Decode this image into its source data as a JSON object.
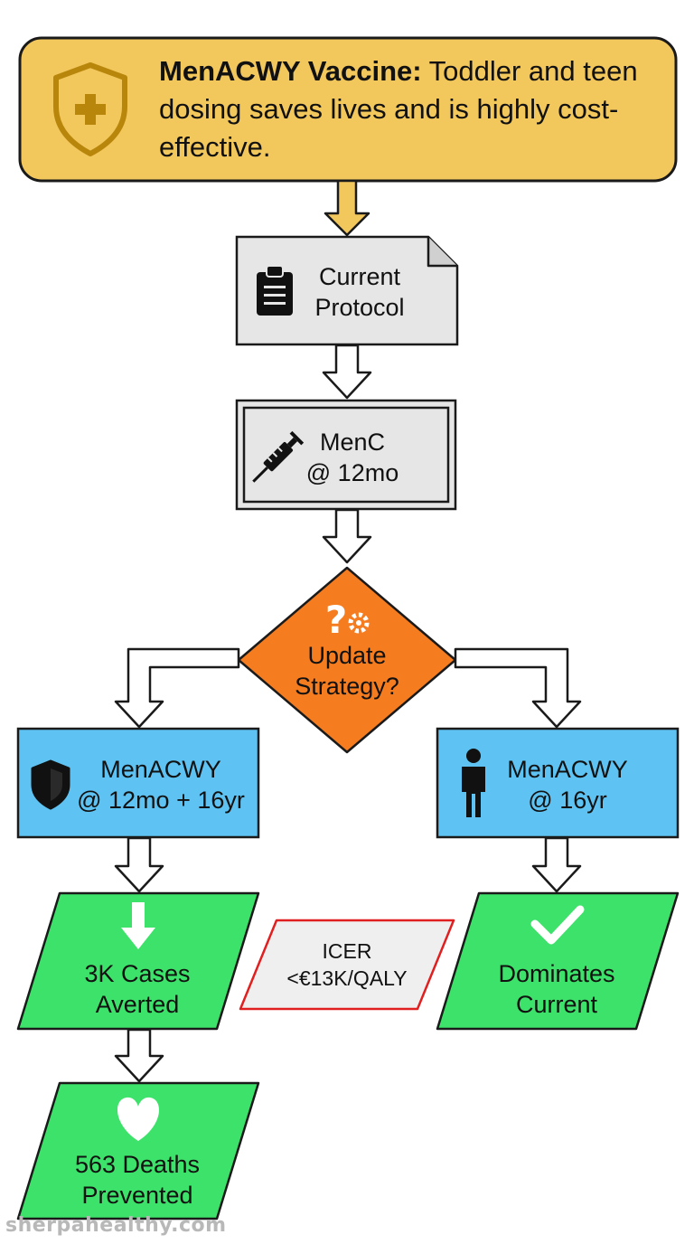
{
  "header": {
    "title_bold": "MenACWY Vaccine:",
    "title_rest": "Toddler and teen dosing saves lives and is highly cost-effective.",
    "icon": "shield-plus-icon"
  },
  "nodes": {
    "current_protocol": {
      "line1": "Current",
      "line2": "Protocol",
      "icon": "clipboard-icon"
    },
    "menc": {
      "line1": "MenC",
      "line2": "@ 12mo",
      "icon": "syringe-icon"
    },
    "decision": {
      "line1": "Update",
      "line2": "Strategy?",
      "icon": "question-gear-icon"
    },
    "option_left": {
      "line1": "MenACWY",
      "line2": "@ 12mo + 16yr",
      "icon": "shield-icon"
    },
    "option_right": {
      "line1": "MenACWY",
      "line2": "@ 16yr",
      "icon": "person-icon"
    },
    "cases": {
      "line1": "3K Cases",
      "line2": "Averted",
      "icon": "down-arrow-icon"
    },
    "deaths": {
      "line1": "563 Deaths",
      "line2": "Prevented",
      "icon": "heart-icon"
    },
    "icer": {
      "line1": "ICER",
      "line2": "<€13K/QALY"
    },
    "dominates": {
      "line1": "Dominates",
      "line2": "Current",
      "icon": "check-icon"
    }
  },
  "watermark": "sherpahealthy.com",
  "colors": {
    "header_fill": "#f2c75c",
    "header_stroke": "#1a1a1a",
    "grey_fill": "#e6e6e6",
    "decision_fill": "#f57c1f",
    "option_fill": "#5ec3f2",
    "outcome_fill": "#3de26a",
    "icer_stroke": "#e02020",
    "arrow_gold": "#f2c75c"
  }
}
